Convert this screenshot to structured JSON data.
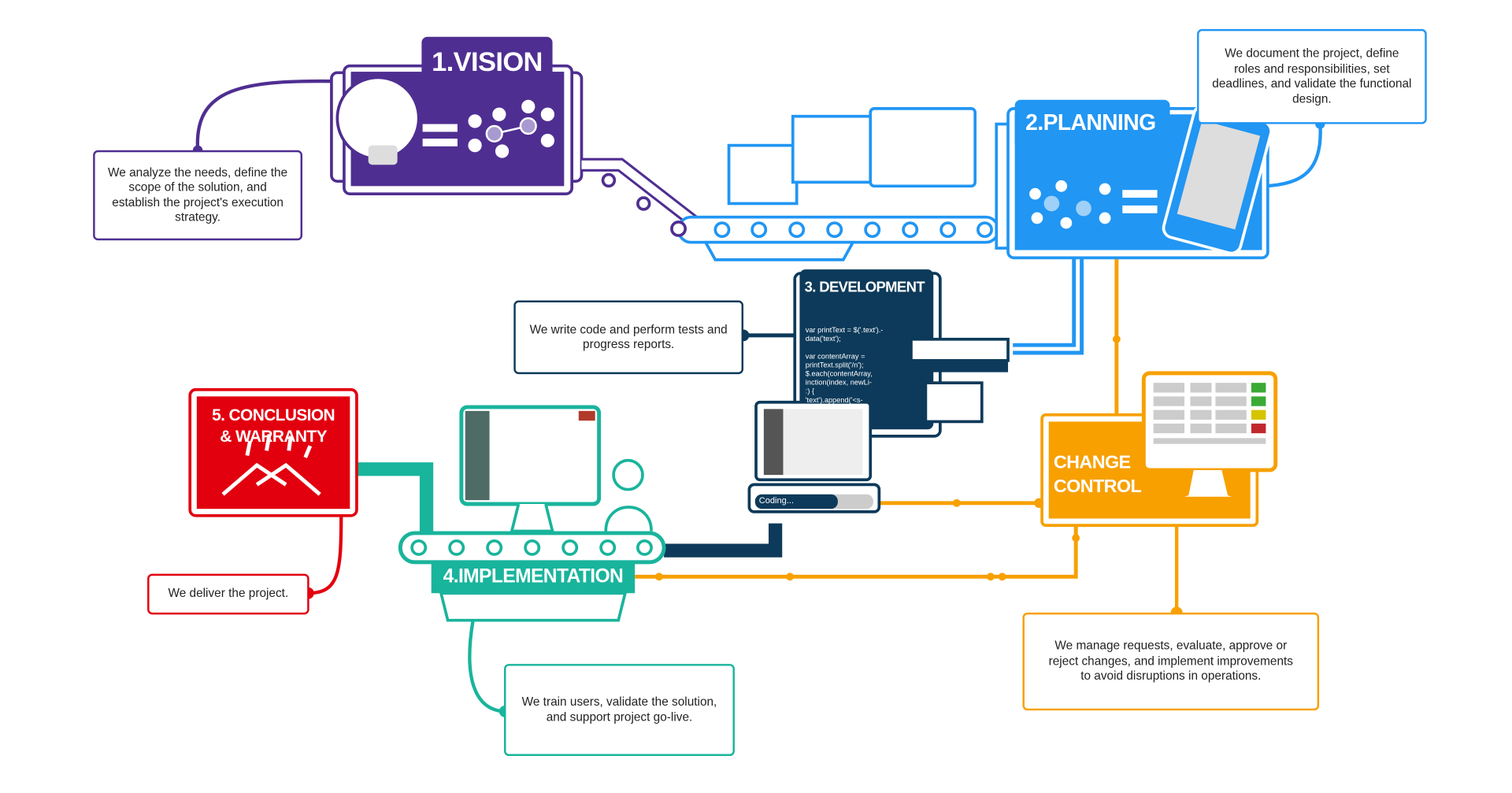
{
  "colors": {
    "vision": "#4f2e91",
    "planning": "#2196f3",
    "development": "#0d3a5a",
    "implementation": "#19b49c",
    "conclusion": "#e2000f",
    "change_control": "#f7a000"
  },
  "stages": {
    "vision": {
      "title": "1.VISION",
      "description": "We analyze the needs, define the scope of the solution, and establish the project's execution strategy."
    },
    "planning": {
      "title": "2.PLANNING",
      "description": "We document the project, define roles and responsibilities, set deadlines, and validate the functional design."
    },
    "development": {
      "title": "3. DEVELOPMENT",
      "description": "We write code and perform tests and progress reports.",
      "code": "var printText = $('.text').-\ndata('text');\n\nvar contentArray =\nprintText.split('/n');\n$.each(contentArray,\n inction(index, newLi-\n :) {\n 'text').append('<s-",
      "progress_label": "Coding...",
      "progress": 0.7
    },
    "implementation": {
      "title": "4.IMPLEMENTATION",
      "description": "We train users, validate the solution, and support project go-live."
    },
    "conclusion": {
      "title_line1": "5. CONCLUSION",
      "title_line2": "& WARRANTY",
      "description": "We deliver the project."
    },
    "change_control": {
      "title_line1": "CHANGE",
      "title_line2": "CONTROL",
      "description": "We manage requests, evaluate, approve or reject changes, and implement improvements to avoid disruptions in operations."
    }
  }
}
